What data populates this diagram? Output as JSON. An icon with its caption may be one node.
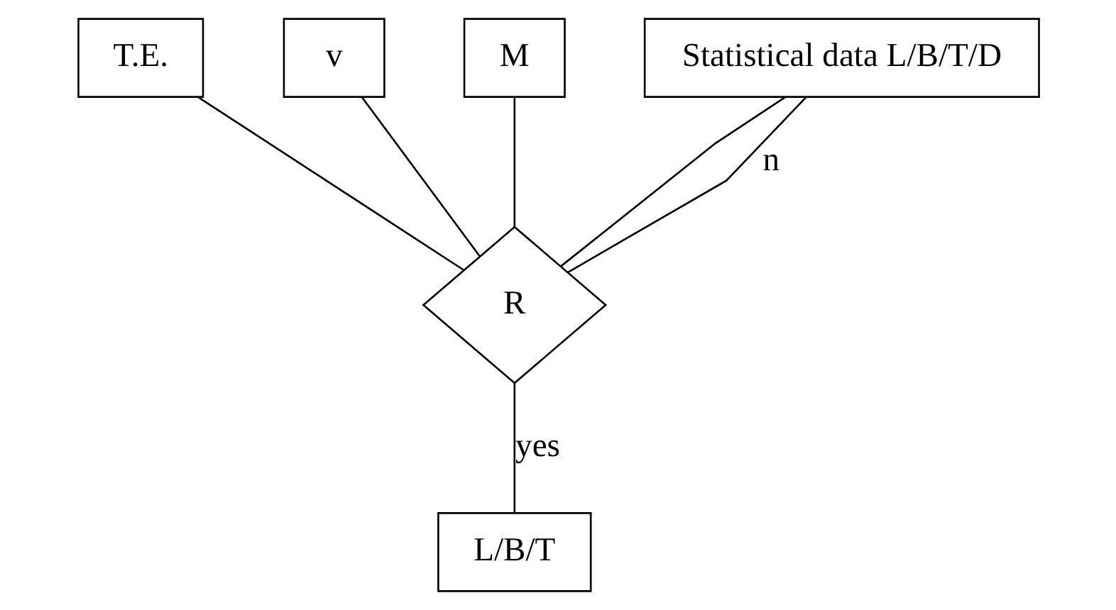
{
  "diagram": {
    "nodes": [
      {
        "text": [
          "T.E."
        ]
      },
      {
        "text": [
          "v"
        ]
      },
      {
        "text": [
          "M"
        ]
      },
      {
        "text": [
          "Statistical data L/B/T/D"
        ]
      },
      {
        "text": [
          "R"
        ]
      },
      {
        "text": [
          "L/B/T"
        ]
      }
    ],
    "edges": [
      {
        "from": 0,
        "to": 4,
        "arrow": "none"
      },
      {
        "from": 1,
        "to": 4,
        "arrow": "none"
      },
      {
        "from": 2,
        "to": 4,
        "arrow": "none"
      },
      {
        "from": 3,
        "to": 4,
        "arrow": "none"
      },
      {
        "from": 3,
        "to": 4,
        "label": "n",
        "arrow": "none"
      },
      {
        "from": 4,
        "to": 5,
        "label": "yes",
        "arrow": "none"
      }
    ]
  }
}
